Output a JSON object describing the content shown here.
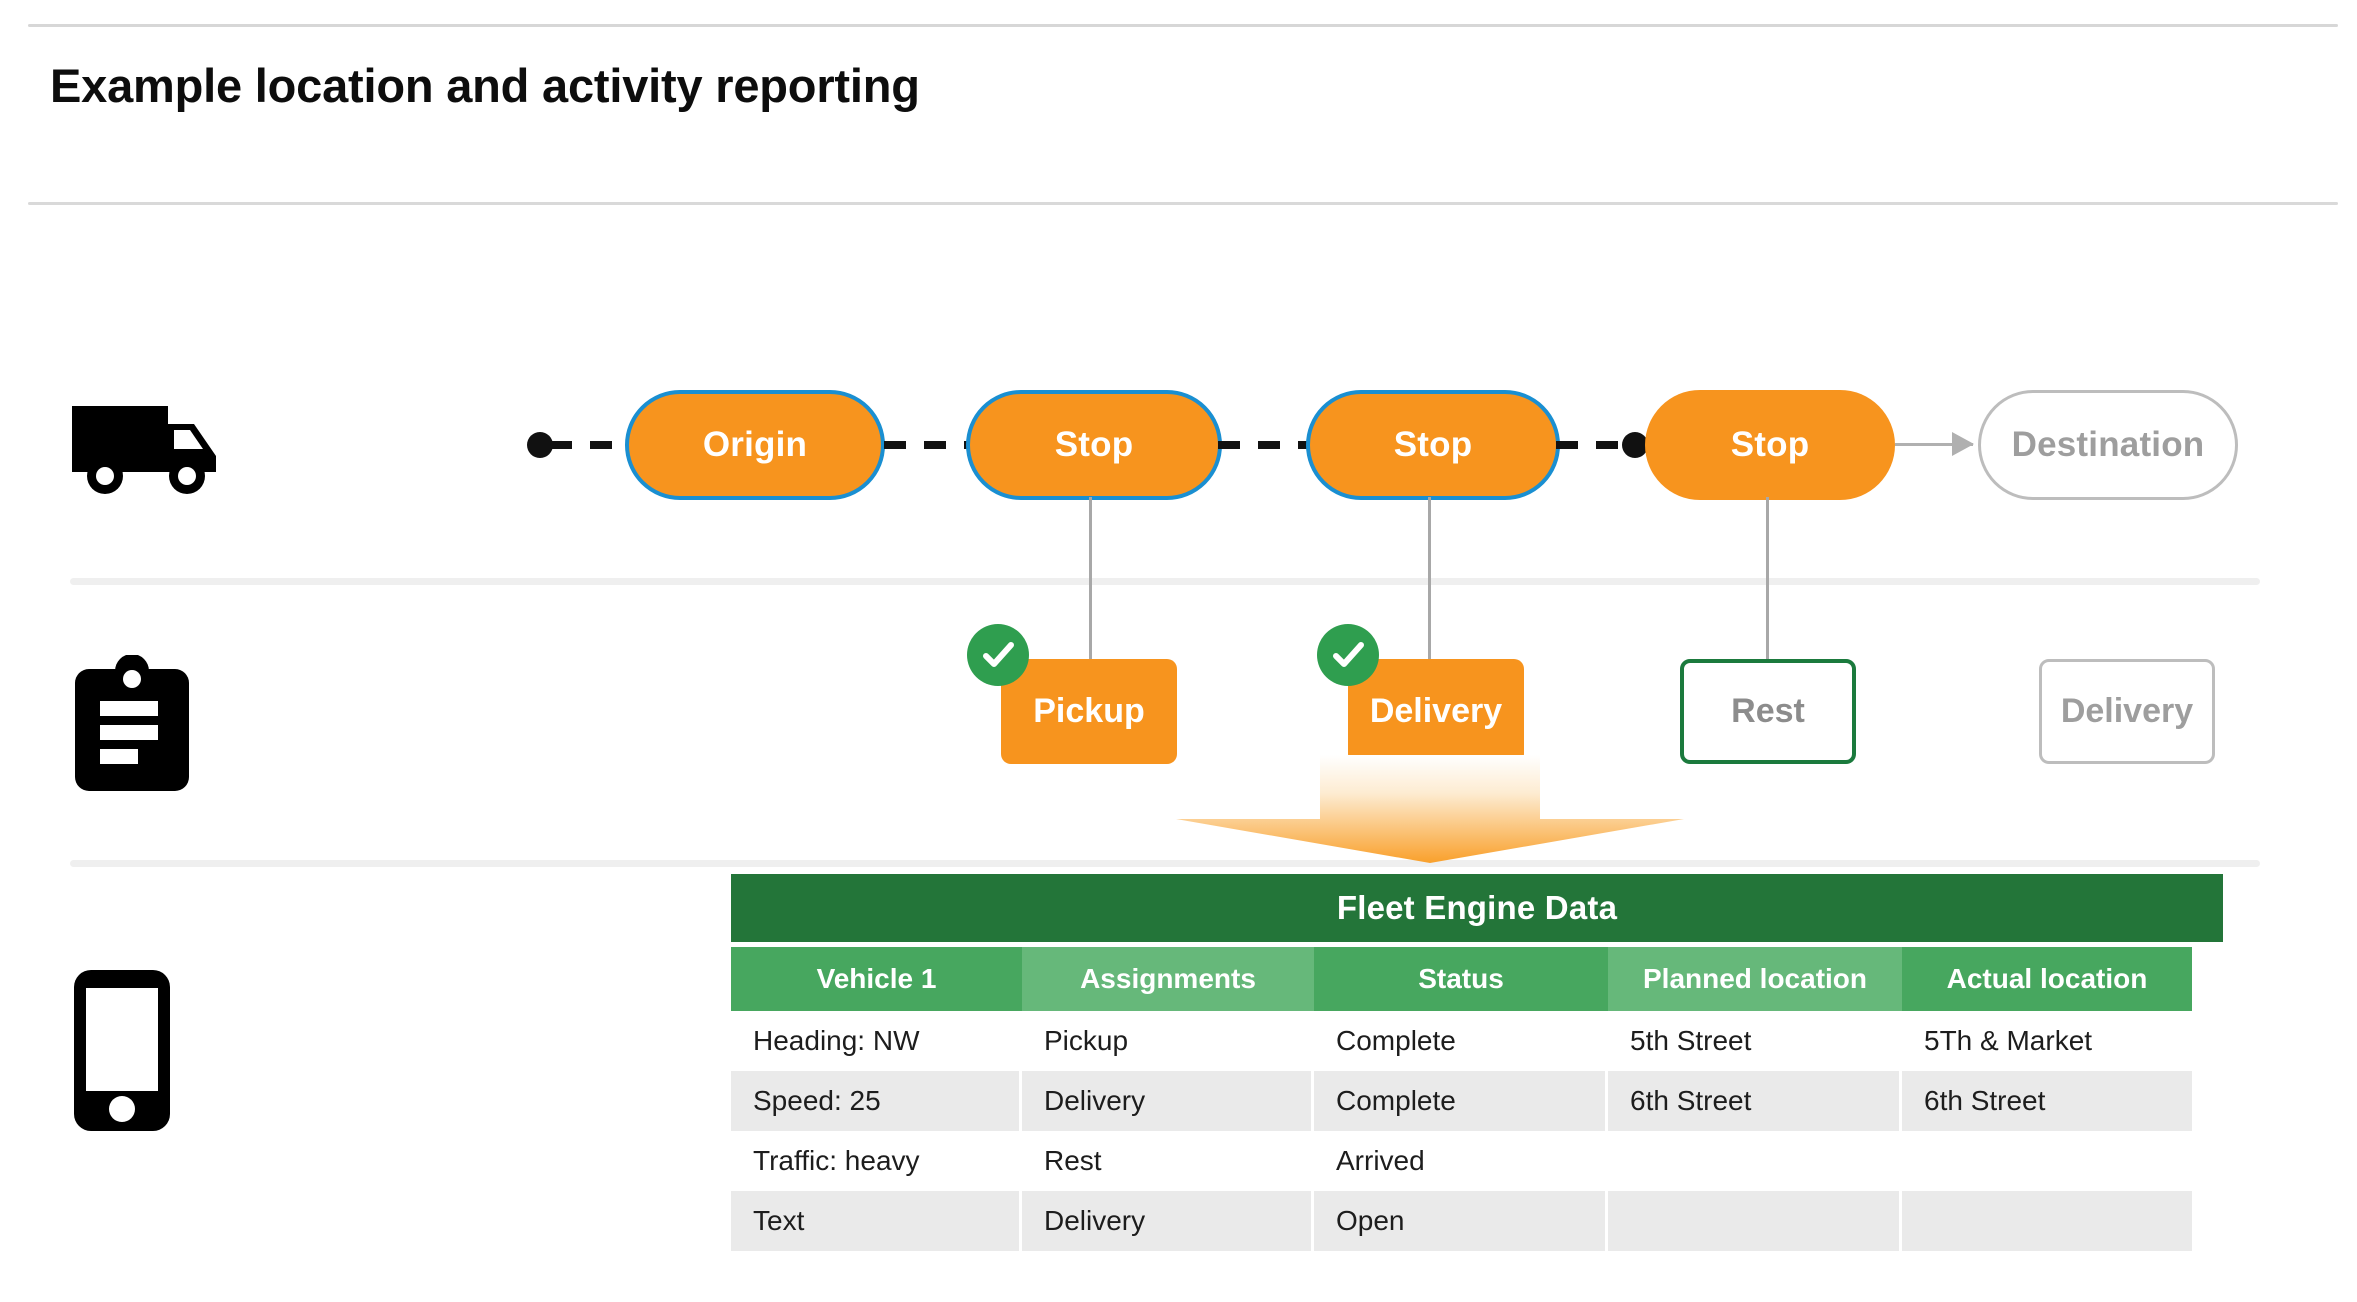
{
  "page": {
    "title": "Example location and activity reporting"
  },
  "icons": {
    "vehicle": "truck-icon",
    "activity": "clipboard-icon",
    "device": "mobile-phone-icon"
  },
  "route": {
    "label": "vehicle route timeline",
    "nodes": [
      {
        "label": "Origin",
        "style": "filled-bordered"
      },
      {
        "label": "Stop",
        "style": "filled-bordered"
      },
      {
        "label": "Stop",
        "style": "filled-bordered"
      },
      {
        "label": "Stop",
        "style": "filled"
      },
      {
        "label": "Destination",
        "style": "outline"
      }
    ],
    "colors": {
      "fill": "#f7941e",
      "border": "#1a8fd1",
      "ghost_border": "#bdbdbd",
      "ghost_text": "#9e9e9e",
      "connector": "#111111"
    }
  },
  "activities": [
    {
      "label": "Pickup",
      "state": "complete",
      "style": "filled",
      "badge": "check-icon"
    },
    {
      "label": "Delivery",
      "state": "complete",
      "style": "filled",
      "badge": "check-icon"
    },
    {
      "label": "Rest",
      "state": "arrived",
      "style": "outline-green",
      "badge": ""
    },
    {
      "label": "Delivery",
      "state": "open",
      "style": "outline-gray",
      "badge": ""
    }
  ],
  "activity_colors": {
    "filled": "#f7941e",
    "badge": "#2f9e4f",
    "outline_green": "#1b7a3d",
    "outline_gray": "#bdbdbd",
    "muted_text": "#8c8c8c"
  },
  "table": {
    "title": "Fleet Engine Data",
    "title_bg": "#237539",
    "header_bg_even": "#47a75f",
    "header_bg_odd": "#66b87a",
    "stripe_bg": "#eaeaea",
    "columns": [
      "Vehicle 1",
      "Assignments",
      "Status",
      "Planned location",
      "Actual location"
    ],
    "rows": [
      [
        "Heading: NW",
        "Pickup",
        "Complete",
        "5th Street",
        "5Th & Market"
      ],
      [
        "Speed: 25",
        "Delivery",
        "Complete",
        "6th Street",
        "6th Street"
      ],
      [
        "Traffic: heavy",
        "Rest",
        "Arrived",
        "",
        ""
      ],
      [
        "Text",
        "Delivery",
        "Open",
        "",
        ""
      ]
    ]
  }
}
